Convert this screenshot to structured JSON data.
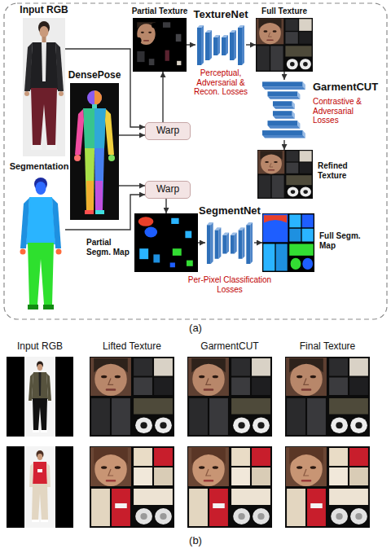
{
  "diagram": {
    "nodes": [
      {
        "text": [
          "Input RGB"
        ]
      },
      {
        "text": [
          "DensePose"
        ]
      },
      {
        "text": [
          "Segmentation"
        ]
      },
      {
        "text": [
          "Warp"
        ]
      },
      {
        "text": [
          "Warp"
        ]
      },
      {
        "text": [
          "Partial Texture"
        ]
      },
      {
        "text": [
          "TextureNet",
          "Perceptual, Adversarial & Recon. Losses"
        ]
      },
      {
        "text": [
          "Full Texture"
        ]
      },
      {
        "text": [
          "GarmentCUT",
          "Contrastive & Adversarial Losses"
        ]
      },
      {
        "text": [
          "Refined Texture"
        ]
      },
      {
        "text": [
          "Partial Segm. Map"
        ]
      },
      {
        "text": [
          "SegmentNet",
          "Per-Pixel Classification Losses"
        ]
      },
      {
        "text": [
          "Full Segm. Map"
        ]
      }
    ],
    "edges": [
      {
        "from": 0,
        "to": 3,
        "arrow": "to"
      },
      {
        "from": 1,
        "to": 3,
        "arrow": "to"
      },
      {
        "from": 1,
        "to": 4,
        "arrow": "to"
      },
      {
        "from": 2,
        "to": 4,
        "arrow": "to"
      },
      {
        "from": 3,
        "to": 5,
        "arrow": "to"
      },
      {
        "from": 4,
        "to": 10,
        "arrow": "to"
      },
      {
        "from": 5,
        "to": 6,
        "arrow": "to"
      },
      {
        "from": 6,
        "to": 7,
        "arrow": "to"
      },
      {
        "from": 7,
        "to": 8,
        "arrow": "to"
      },
      {
        "from": 8,
        "to": 9,
        "arrow": "to"
      },
      {
        "from": 10,
        "to": 11,
        "arrow": "to"
      },
      {
        "from": 11,
        "to": 12,
        "arrow": "to"
      }
    ],
    "labels": [
      "(a)",
      "Input RGB",
      "Lifted Texture",
      "GarmentCUT",
      "Final Texture",
      "(b)"
    ]
  }
}
